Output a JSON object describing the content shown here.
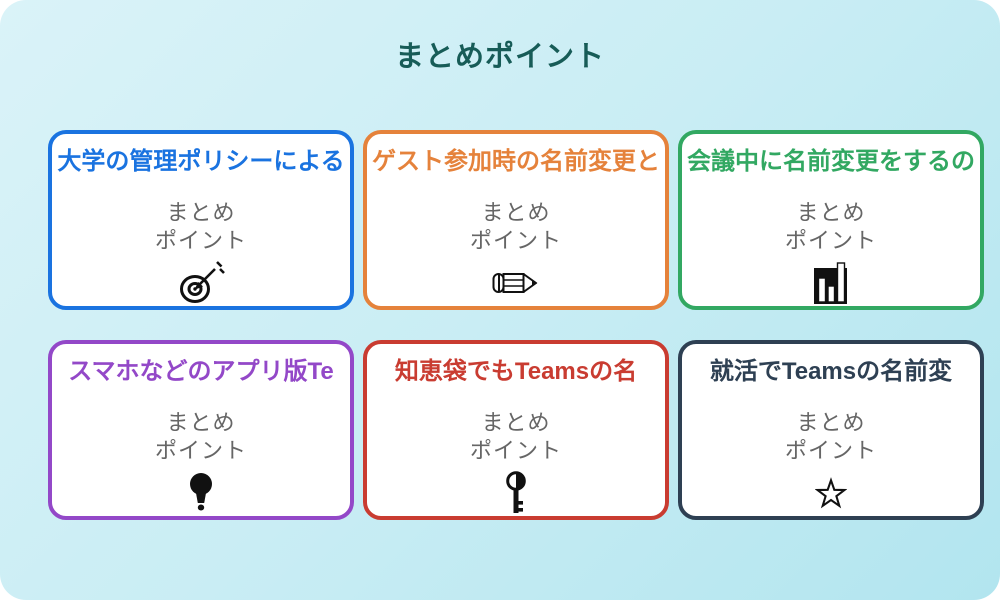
{
  "page": {
    "title": "まとめポイント",
    "title_color": "#175c57",
    "background_top_color": "#daf3f8",
    "background_bottom_color": "#b2e5ef"
  },
  "card_subtitle": {
    "line1": "まとめ",
    "line2": "ポイント"
  },
  "cards": [
    {
      "title": "大学の管理ポリシーによる",
      "color": "#1a73e0",
      "icon": "dart-target-icon"
    },
    {
      "title": "ゲスト参加時の名前変更と",
      "color": "#e5823b",
      "icon": "pencil-icon"
    },
    {
      "title": "会議中に名前変更をするの",
      "color": "#32a862",
      "icon": "bar-chart-icon"
    },
    {
      "title": "スマホなどのアプリ版Te",
      "color": "#9348c8",
      "icon": "lightbulb-icon"
    },
    {
      "title": "知恵袋でもTeamsの名",
      "color": "#c93c31",
      "icon": "key-icon"
    },
    {
      "title": "就活でTeamsの名前変",
      "color": "#2e4053",
      "icon": "star-icon"
    }
  ]
}
